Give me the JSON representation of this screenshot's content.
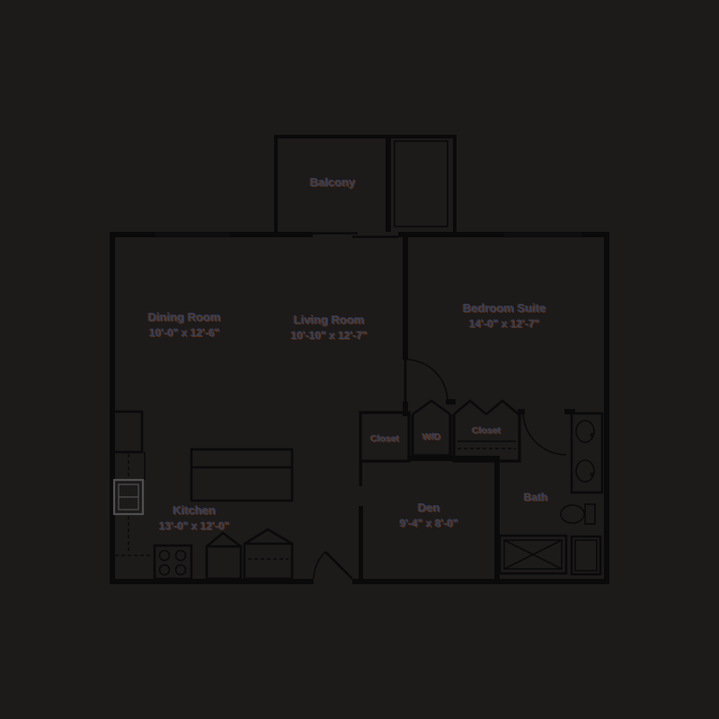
{
  "colors": {
    "bg": "#1d1a1a",
    "line": "#0b0a0a",
    "text": "#32405e",
    "text_fringe": "#85420e",
    "gray": "#4f4f4f"
  },
  "rooms": {
    "balcony": {
      "label": "Balcony"
    },
    "dining": {
      "label": "Dining Room",
      "dims": "10'-0\" x 12'-6\""
    },
    "living": {
      "label": "Living Room",
      "dims": "10'-10\" x 12'-7\""
    },
    "bedroom": {
      "label": "Bedroom Suite",
      "dims": "14'-0\" x 12'-7\""
    },
    "den": {
      "label": "Den",
      "dims": "9'-4\" x 8'-0\""
    },
    "kitchen": {
      "label": "Kitchen",
      "dims": "13'-0\" x 12'-0\""
    },
    "bath": {
      "label": "Bath"
    },
    "closet_left": {
      "label": "Closet"
    },
    "closet_right": {
      "label": "Closet"
    },
    "laundry": {
      "label": "W/D"
    }
  },
  "fixtures": [
    "refrigerator",
    "kitchen-sink",
    "range-burners",
    "kitchen-island",
    "corner-cabinet-small",
    "corner-cabinet-large",
    "washer-dryer-bifold",
    "closet-bifold-doors",
    "closet-shelf",
    "vanity-with-sinks",
    "toilet",
    "shower-pan",
    "linen-cabinet",
    "entry-door-swing",
    "bedroom-door-swing",
    "bath-door-swing",
    "window",
    "sliding-glass-door"
  ]
}
